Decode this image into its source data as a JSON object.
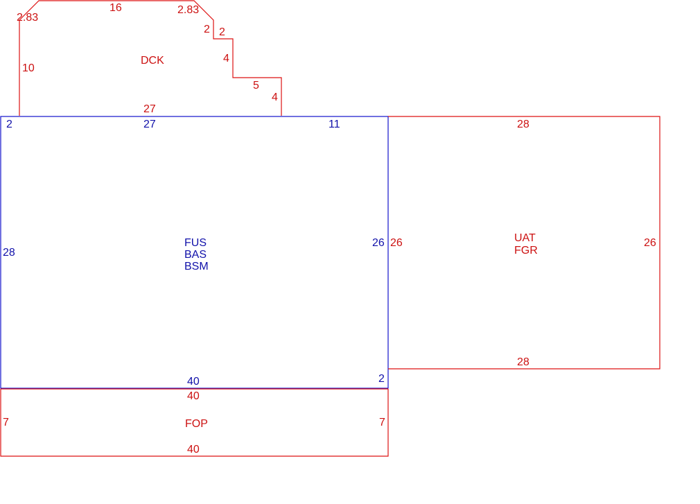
{
  "colors": {
    "main": "#1111cc",
    "addition": "#dd1111"
  },
  "areas": {
    "dck": {
      "codes": [
        "DCK"
      ],
      "dims": [
        "2.83",
        "16",
        "2.83",
        "2",
        "2",
        "4",
        "5",
        "4",
        "10",
        "27"
      ]
    },
    "main": {
      "codes": [
        "FUS",
        "BAS",
        "BSM"
      ],
      "dims": [
        "2",
        "27",
        "11",
        "28",
        "26",
        "40",
        "2"
      ]
    },
    "uat": {
      "codes": [
        "UAT",
        "FGR"
      ],
      "dims": [
        "28",
        "26",
        "26",
        "28"
      ]
    },
    "fop": {
      "codes": [
        "FOP"
      ],
      "dims": [
        "40",
        "7",
        "7",
        "40"
      ]
    }
  }
}
